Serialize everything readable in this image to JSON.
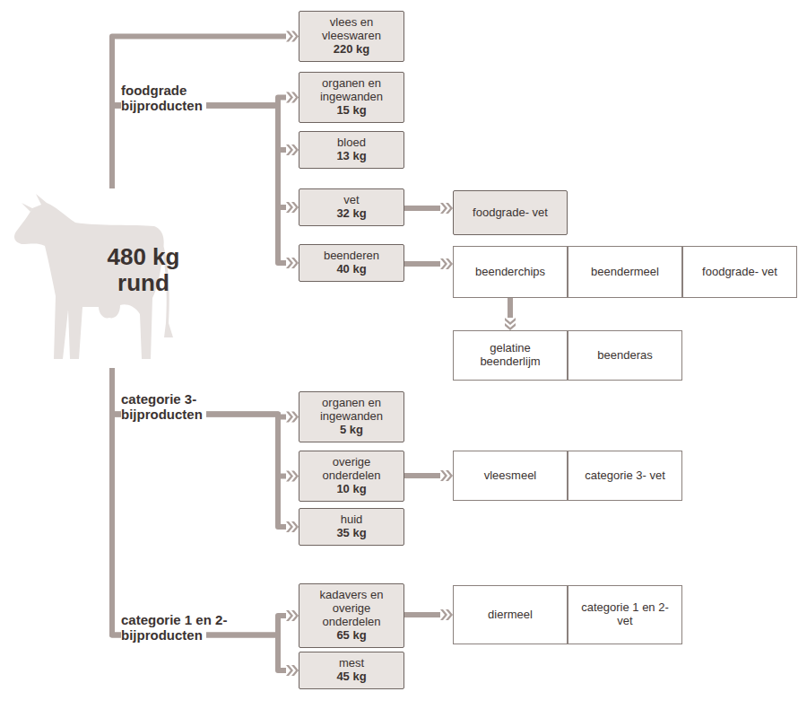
{
  "diagram": {
    "nodes": [
      {
        "text": [
          "480 kg rund"
        ]
      },
      {
        "text": [
          "vlees en vleeswaren",
          "220 kg"
        ]
      },
      {
        "text": [
          "organen en ingewanden",
          "15 kg"
        ]
      },
      {
        "text": [
          "bloed",
          "13 kg"
        ]
      },
      {
        "text": [
          "vet",
          "32 kg"
        ]
      },
      {
        "text": [
          "foodgrade- vet"
        ]
      },
      {
        "text": [
          "beenderen",
          "40 kg"
        ]
      },
      {
        "text": [
          "beenderchips"
        ]
      },
      {
        "text": [
          "beendermeel"
        ]
      },
      {
        "text": [
          "foodgrade- vet"
        ]
      },
      {
        "text": [
          "gelatine beenderlijm"
        ]
      },
      {
        "text": [
          "beenderas"
        ]
      },
      {
        "text": [
          "organen en ingewanden",
          "5 kg"
        ]
      },
      {
        "text": [
          "overige onderdelen",
          "10 kg"
        ]
      },
      {
        "text": [
          "vleesmeel"
        ]
      },
      {
        "text": [
          "categorie 3- vet"
        ]
      },
      {
        "text": [
          "huid",
          "35 kg"
        ]
      },
      {
        "text": [
          "kadavers en overige onderdelen",
          "65 kg"
        ]
      },
      {
        "text": [
          "diermeel"
        ]
      },
      {
        "text": [
          "categorie 1 en 2-vet"
        ]
      },
      {
        "text": [
          "mest",
          "45 kg"
        ]
      }
    ],
    "edges": [
      {
        "from": 0,
        "to": 1,
        "arrow": "to"
      },
      {
        "from": 0,
        "to": 2,
        "arrow": "to"
      },
      {
        "from": 0,
        "to": 3,
        "arrow": "to"
      },
      {
        "from": 0,
        "to": 4,
        "arrow": "to"
      },
      {
        "from": 0,
        "to": 6,
        "arrow": "to"
      },
      {
        "from": 0,
        "to": 12,
        "arrow": "to"
      },
      {
        "from": 0,
        "to": 13,
        "arrow": "to"
      },
      {
        "from": 0,
        "to": 16,
        "arrow": "to"
      },
      {
        "from": 0,
        "to": 17,
        "arrow": "to"
      },
      {
        "from": 0,
        "to": 20,
        "arrow": "to"
      },
      {
        "from": 4,
        "to": 5,
        "arrow": "to"
      },
      {
        "from": 6,
        "to": 7,
        "arrow": "to"
      },
      {
        "from": 7,
        "to": 10,
        "arrow": "to"
      },
      {
        "from": 13,
        "to": 14,
        "arrow": "to"
      },
      {
        "from": 17,
        "to": 18,
        "arrow": "to"
      }
    ],
    "labels": [
      "foodgrade bijproducten",
      "categorie 3- bijproducten",
      "categorie 1 en 2- bijproducten"
    ]
  }
}
